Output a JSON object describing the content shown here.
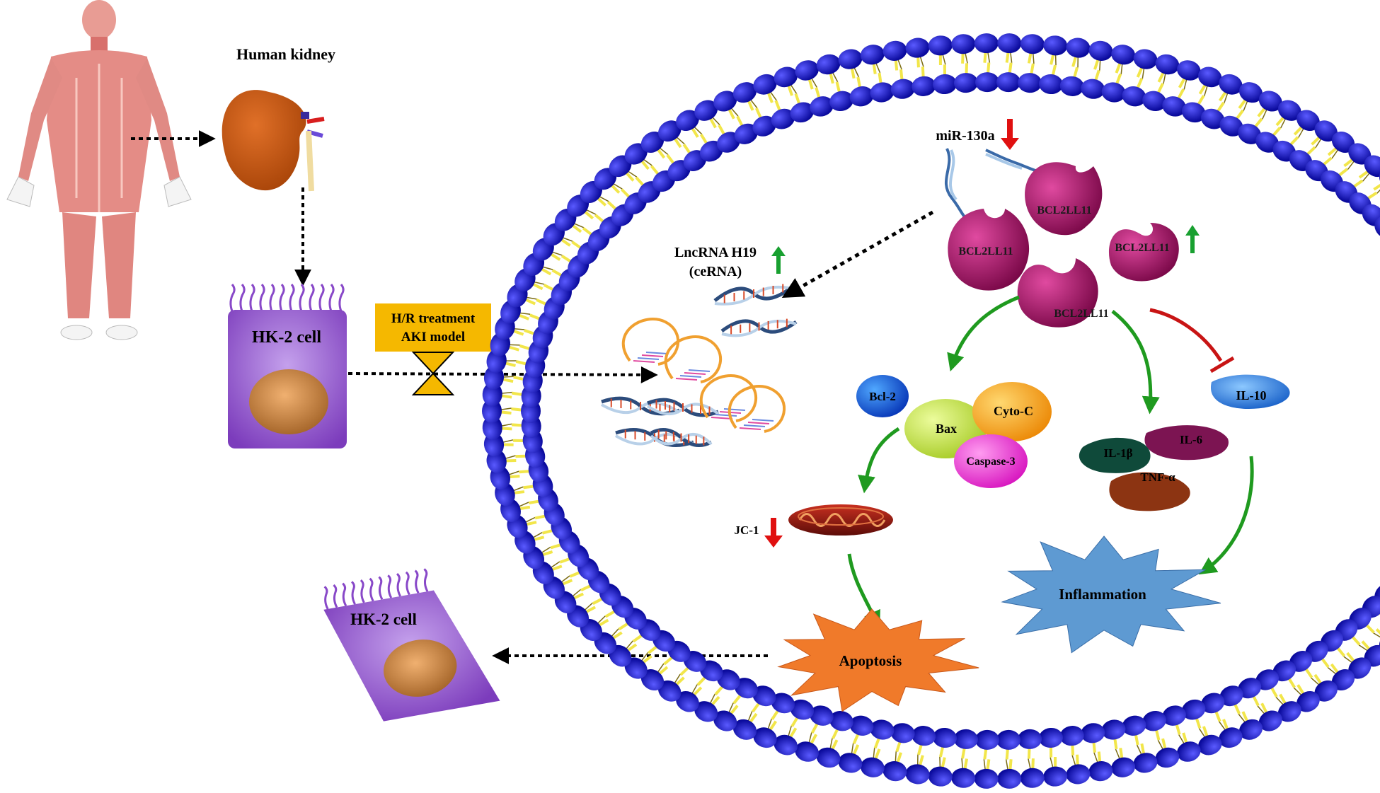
{
  "labels": {
    "human_kidney": "Human kidney",
    "hk2_cell_top": "HK-2 cell",
    "hk2_cell_bottom": "HK-2 cell",
    "treatment_line1": "H/R treatment",
    "treatment_line2": "AKI model",
    "lncrna_line1": "LncRNA H19",
    "lncrna_line2": "(ceRNA)",
    "mir": "miR-130a",
    "bcl2ll11_a": "BCL2LL11",
    "bcl2ll11_b": "BCL2LL11",
    "bcl2ll11_c": "BCL2LL11",
    "bcl2ll11_d": "BCL2LL11",
    "bcl2": "Bcl-2",
    "bax": "Bax",
    "cytoc": "Cyto-C",
    "caspase3": "Caspase-3",
    "il1b": "IL-1β",
    "il6": "IL-6",
    "tnfa": "TNF-α",
    "il10": "IL-10",
    "jc1": "JC-1",
    "apoptosis": "Apoptosis",
    "inflammation": "Inflammation"
  },
  "colors": {
    "membrane_head": "#1010c8",
    "membrane_tail": "#f2e64a",
    "arrow_green": "#1f9a1f",
    "arrow_red_up": "#e01010",
    "arrow_green_up": "#18a030",
    "inhibit_red": "#c81414",
    "bcl2ll11": "#b3126e",
    "apoptosis_burst": "#f07a2a",
    "inflammation_burst": "#5e9ad2",
    "treatment_box": "#f5b800",
    "hk2_cell": "#9058c8",
    "kidney": "#c85a14"
  },
  "icons": {
    "human_body": "human-anatomy-figure",
    "kidney": "kidney-organ",
    "hourglass": "hourglass-icon",
    "mitochondrion": "mitochondrion-icon",
    "rna": "rna-strand-icon"
  }
}
